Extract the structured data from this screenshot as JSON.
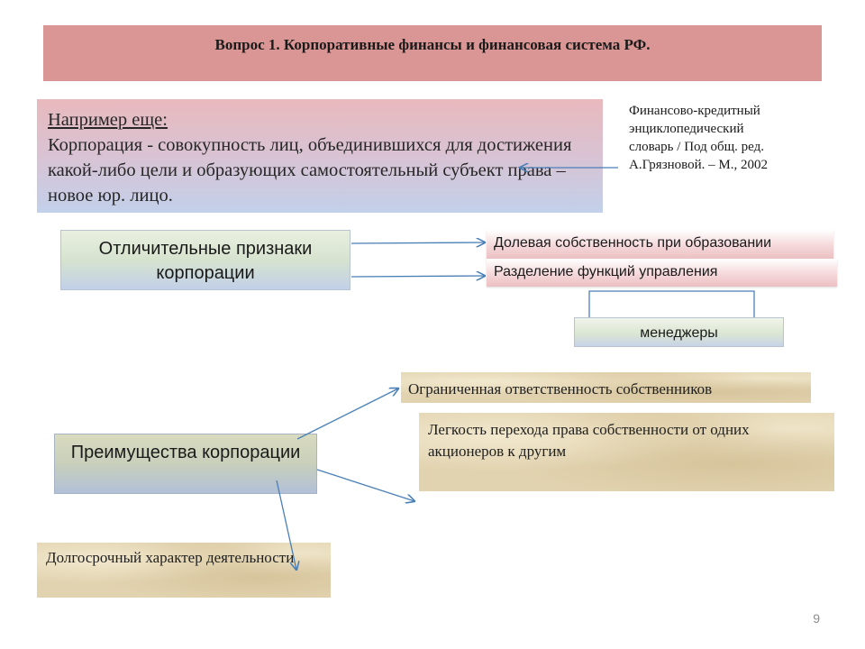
{
  "header": {
    "title": "Вопрос 1. Корпоративные финансы и финансовая система РФ."
  },
  "definition": {
    "heading": "Например еще:",
    "text": "Корпорация - совокупность лиц, объединившихся для достижения какой-либо цели и образующих самостоятельный субъект права – новое юр. лицо."
  },
  "source": {
    "lines": [
      "Финансово-кредитный",
      "энциклопедический",
      "словарь / Под общ. ред.",
      "А.Грязновой. – М., 2002"
    ]
  },
  "features": {
    "label": "Отличительные признаки корпорации",
    "items": [
      "Долевая собственность при образовании",
      "Разделение функций управления"
    ],
    "managers": "менеджеры"
  },
  "advantages": {
    "label": "Преимущества корпорации",
    "items": [
      "Ограниченная ответственность собственников",
      "Легкость перехода права собственности от одних акционеров к другим",
      "Долгосрочный характер деятельности"
    ]
  },
  "footer": {
    "page_number": "9"
  },
  "colors": {
    "title_bg": "#da9694",
    "arrow": "#4a7fb6",
    "parchment": "#e2d3b0"
  }
}
